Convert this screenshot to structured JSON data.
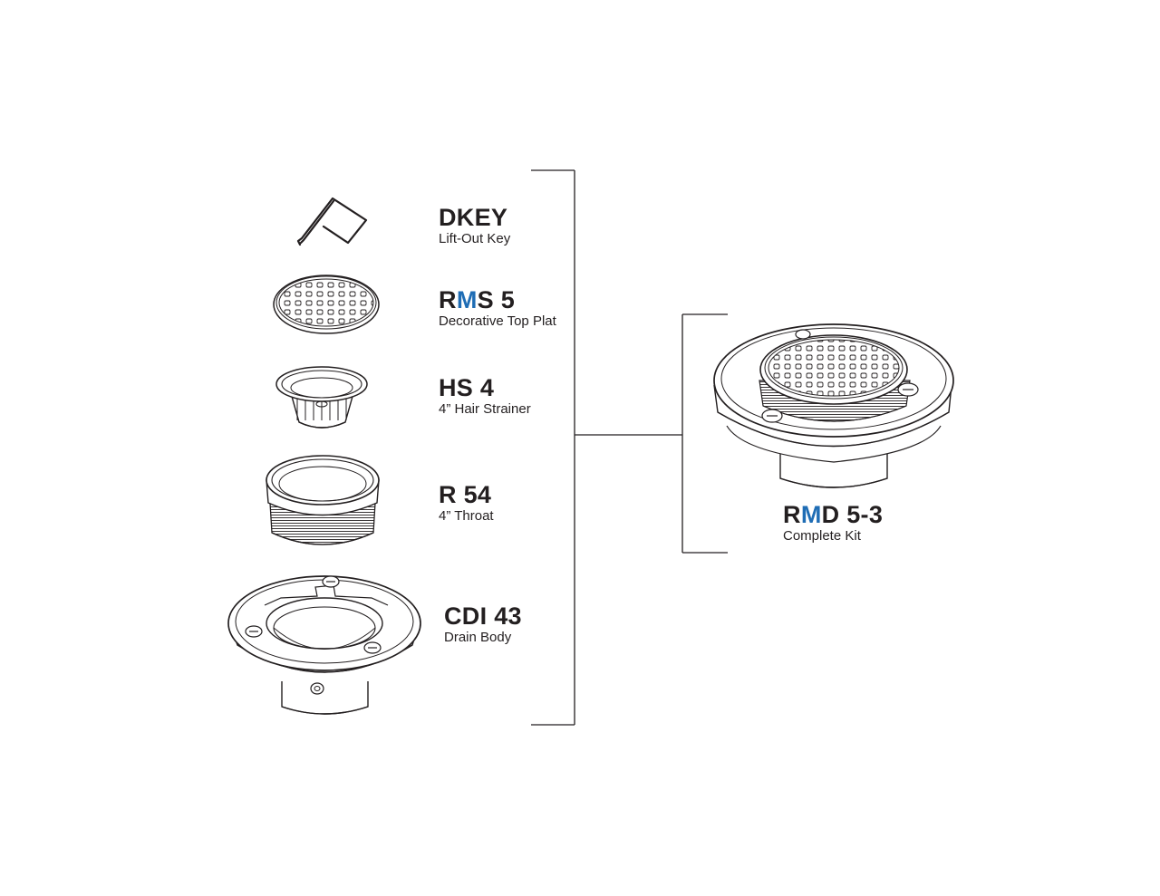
{
  "colors": {
    "ink": "#231f20",
    "accent": "#1f6db5",
    "background": "#ffffff"
  },
  "parts": [
    {
      "code_pre": "DKEY",
      "code_accent": "",
      "code_post": "",
      "description": "Lift-Out Key"
    },
    {
      "code_pre": "R",
      "code_accent": "M",
      "code_post": "S 5",
      "description": "Decorative Top Plat"
    },
    {
      "code_pre": "HS 4",
      "code_accent": "",
      "code_post": "",
      "description": "4” Hair Strainer"
    },
    {
      "code_pre": "R 54",
      "code_accent": "",
      "code_post": "",
      "description": "4” Throat"
    },
    {
      "code_pre": "CDI 43",
      "code_accent": "",
      "code_post": "",
      "description": "Drain Body"
    }
  ],
  "kit": {
    "code_pre": "R",
    "code_accent": "M",
    "code_post": "D 5-3",
    "description": "Complete Kit"
  }
}
